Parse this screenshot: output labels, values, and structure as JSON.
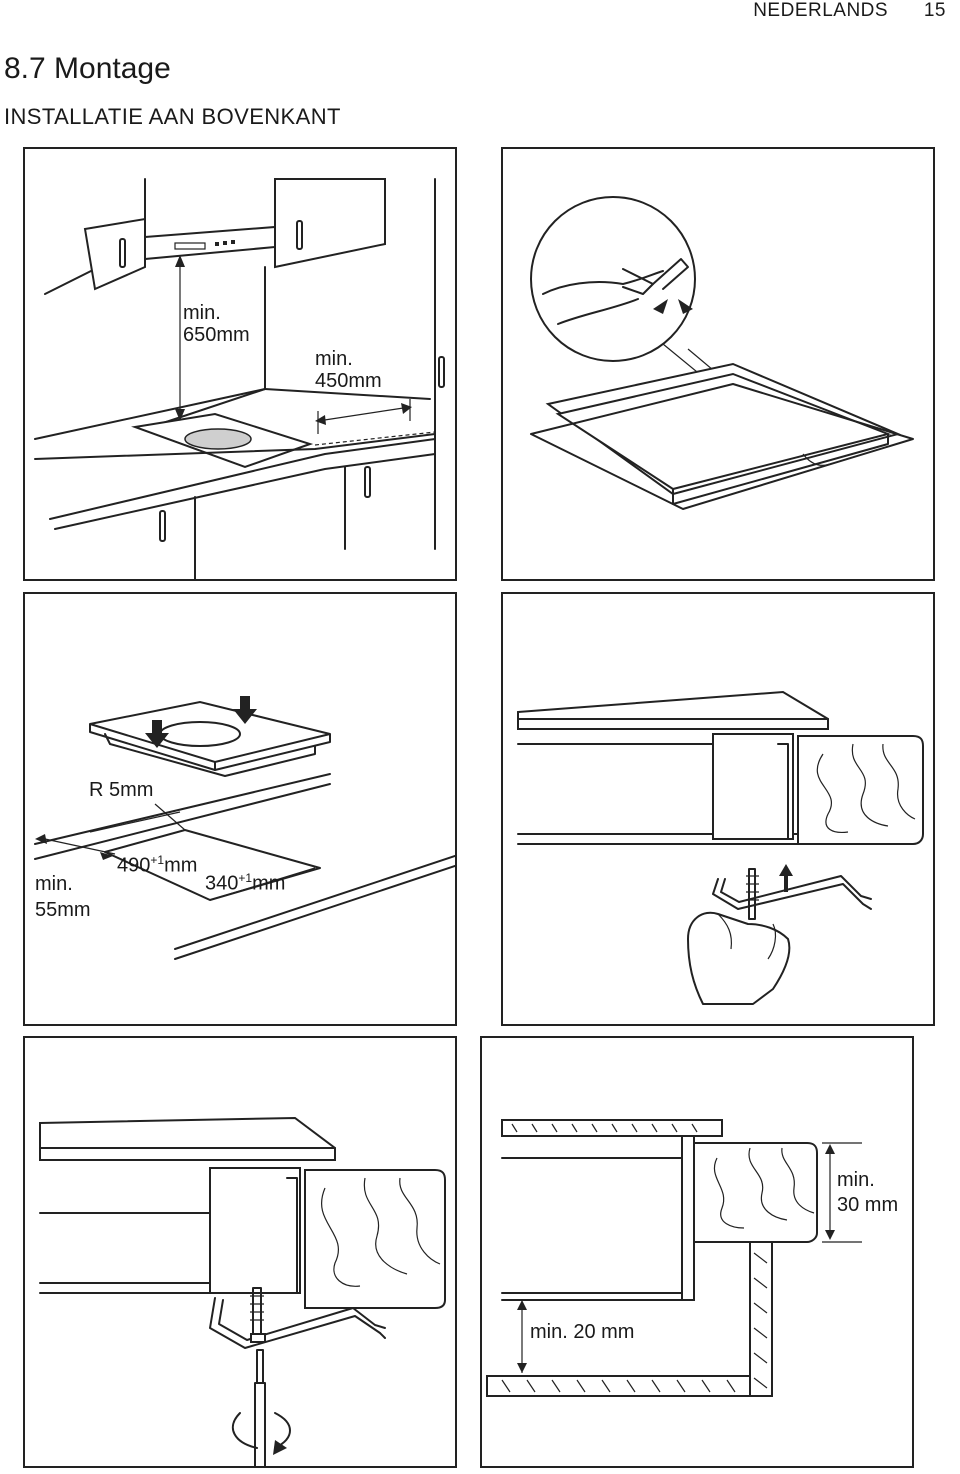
{
  "header": {
    "language": "NEDERLANDS",
    "page_number": "15"
  },
  "section": {
    "title": "8.7 Montage",
    "subtitle": "INSTALLATIE AAN BOVENKANT"
  },
  "panels": {
    "p1": {
      "dim_height_min": "min.",
      "dim_height_value": "650mm",
      "dim_side_min": "min.",
      "dim_side_value": "450mm"
    },
    "p2": {},
    "p3": {
      "radius": "R 5mm",
      "width_value": "490",
      "width_tol": "+1",
      "width_unit": "mm",
      "depth_value": "340",
      "depth_tol": "+1",
      "depth_unit": "mm",
      "edge_min": "min.",
      "edge_value": "55mm"
    },
    "p4": {},
    "p5": {},
    "p6": {
      "thick_min": "min.",
      "thick_value": "30 mm",
      "gap_label": "min. 20 mm"
    }
  }
}
